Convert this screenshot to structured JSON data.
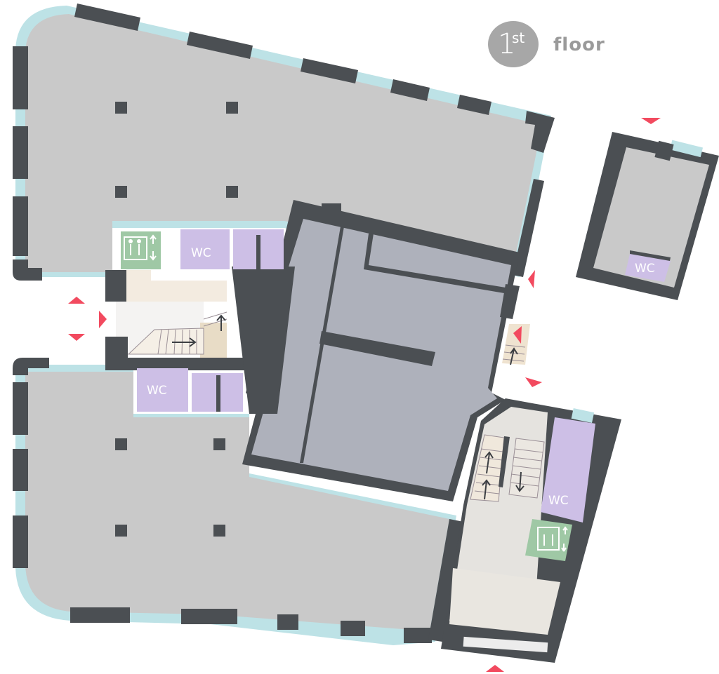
{
  "floor_indicator": {
    "number": "1",
    "suffix": "st",
    "label": "floor"
  },
  "colors": {
    "wall": "#4b4f53",
    "office": "#c9c9c9",
    "core": "#aeb1bb",
    "window": "#bde2e6",
    "wc": "#cdbfe6",
    "lift": "#9fc8a5",
    "stair": "#efe6d8",
    "corridor": "#e5e3df",
    "entrance_arrow": "#f24a5f",
    "badge": "#a7a7a7"
  },
  "rooms": {
    "wc_labels": [
      "WC",
      "WC",
      "WC",
      "WC"
    ]
  },
  "legend_icons": {
    "lift": "elevator-icon",
    "stairs": "stairs-icon",
    "entrance": "entrance-arrow-icon"
  }
}
